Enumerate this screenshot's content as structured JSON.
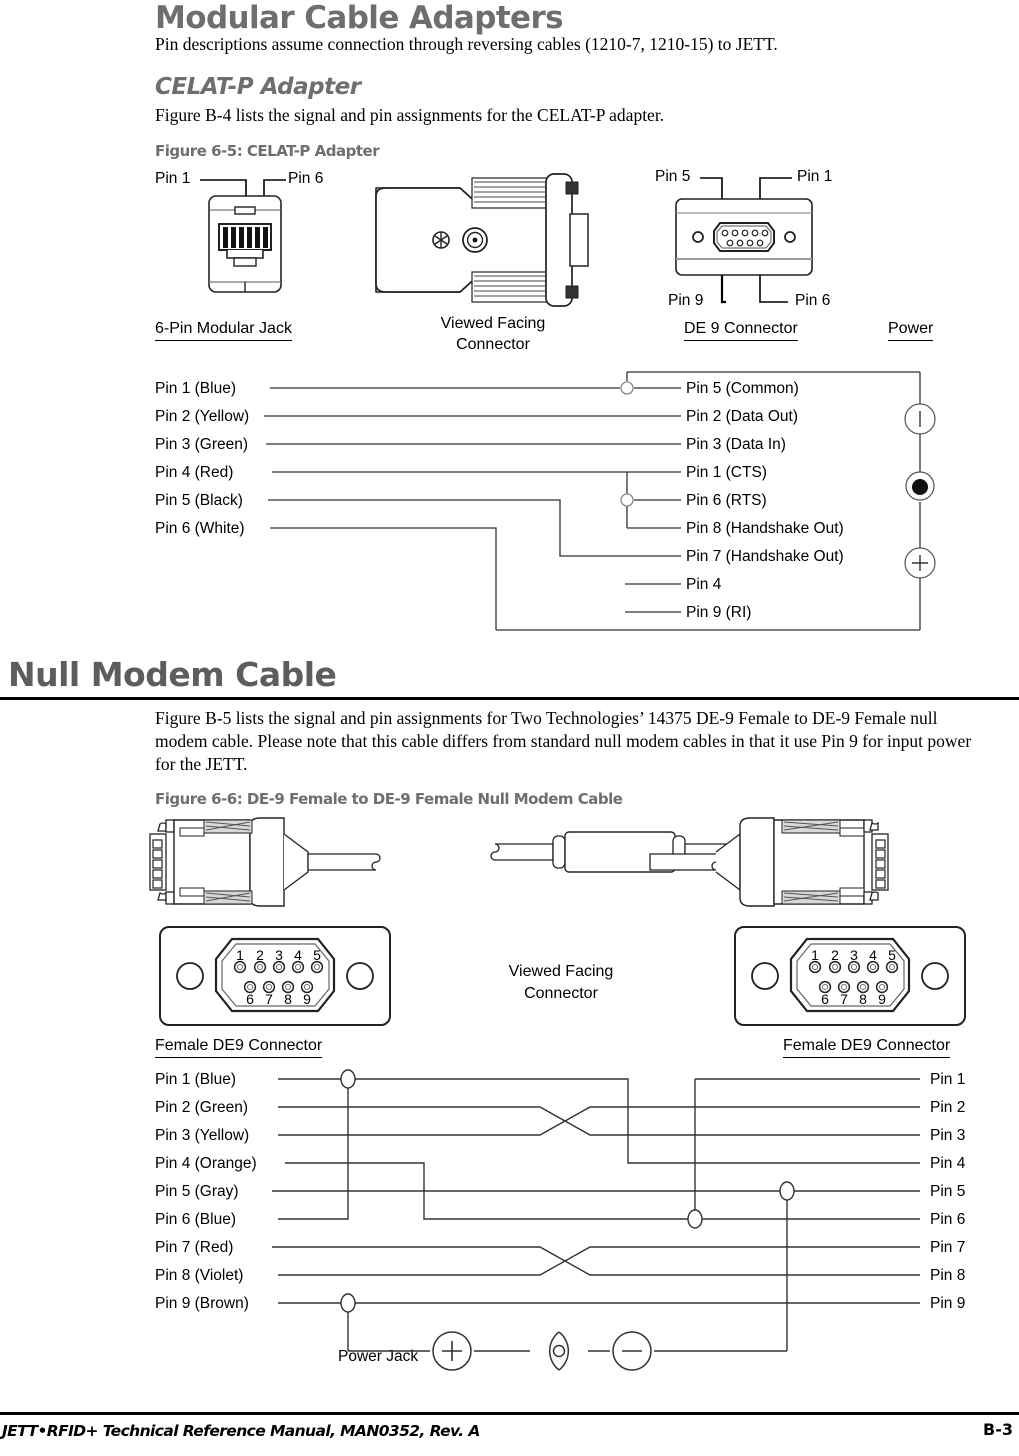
{
  "document": {
    "footer_text": "JETT•RFID+ Technical Reference Manual, MAN0352, Rev. A",
    "page_number": "B-3"
  },
  "section1": {
    "heading": "Modular Cable Adapters",
    "intro": "Pin descriptions assume connection through reversing cables (1210-7, 1210-15) to JETT.",
    "subheading": "CELAT-P Adapter",
    "sub_intro": "Figure B-4 lists the signal and pin assignments for the CELAT-P adapter.",
    "figure_caption": "Figure 6-5: CELAT-P Adapter",
    "jack_callout_left": "Pin 1",
    "jack_callout_right": "Pin 6",
    "jack_title": "6-Pin Modular Jack",
    "adapter_title_line1": "Viewed Facing",
    "adapter_title_line2": "Connector",
    "de9_callout_tl": "Pin 5",
    "de9_callout_tr": "Pin 1",
    "de9_callout_bl": "Pin 9",
    "de9_callout_br": "Pin 6",
    "de9_title": "DE 9 Connector",
    "power_title": "Power",
    "left_pins": [
      "Pin 1 (Blue)",
      "Pin 2 (Yellow)",
      "Pin 3 (Green)",
      "Pin 4 (Red)",
      "Pin 5 (Black)",
      "Pin 6 (White)"
    ],
    "right_pins": [
      "Pin 5 (Common)",
      "Pin 2 (Data Out)",
      "Pin 3 (Data In)",
      "Pin 1 (CTS)",
      "Pin 6 (RTS)",
      "Pin 8 (Handshake Out)",
      "Pin 7 (Handshake Out)",
      "Pin 4",
      "Pin 9 (RI)"
    ]
  },
  "section2": {
    "heading": "Null Modem Cable",
    "intro": "Figure B-5 lists the signal and pin assignments for Two Technologies’ 14375 DE-9 Female to DE-9 Female null modem cable. Please note that this cable differs from standard null modem cables in that it use Pin 9 for input power for the JETT.",
    "figure_caption": "Figure 6-6: DE-9 Female to DE-9 Female Null Modem Cable",
    "viewed_line1": "Viewed Facing",
    "viewed_line2": "Connector",
    "connector_left_title": "Female DE9 Connector",
    "connector_right_title": "Female DE9 Connector",
    "de9_pin_numbers_top": [
      "1",
      "2",
      "3",
      "4",
      "5"
    ],
    "de9_pin_numbers_bottom": [
      "6",
      "7",
      "8",
      "9"
    ],
    "left_pins": [
      "Pin 1 (Blue)",
      "Pin 2 (Green)",
      "Pin 3 (Yellow)",
      "Pin 4 (Orange)",
      "Pin 5 (Gray)",
      "Pin 6 (Blue)",
      "Pin 7 (Red)",
      "Pin 8 (Violet)",
      "Pin 9 (Brown)"
    ],
    "right_pins": [
      "Pin 1",
      "Pin 2",
      "Pin 3",
      "Pin 4",
      "Pin 5",
      "Pin 6",
      "Pin 7",
      "Pin 8",
      "Pin 9"
    ],
    "power_jack_label": "Power Jack",
    "power_jack_plus": "+",
    "power_jack_minus": "−"
  }
}
